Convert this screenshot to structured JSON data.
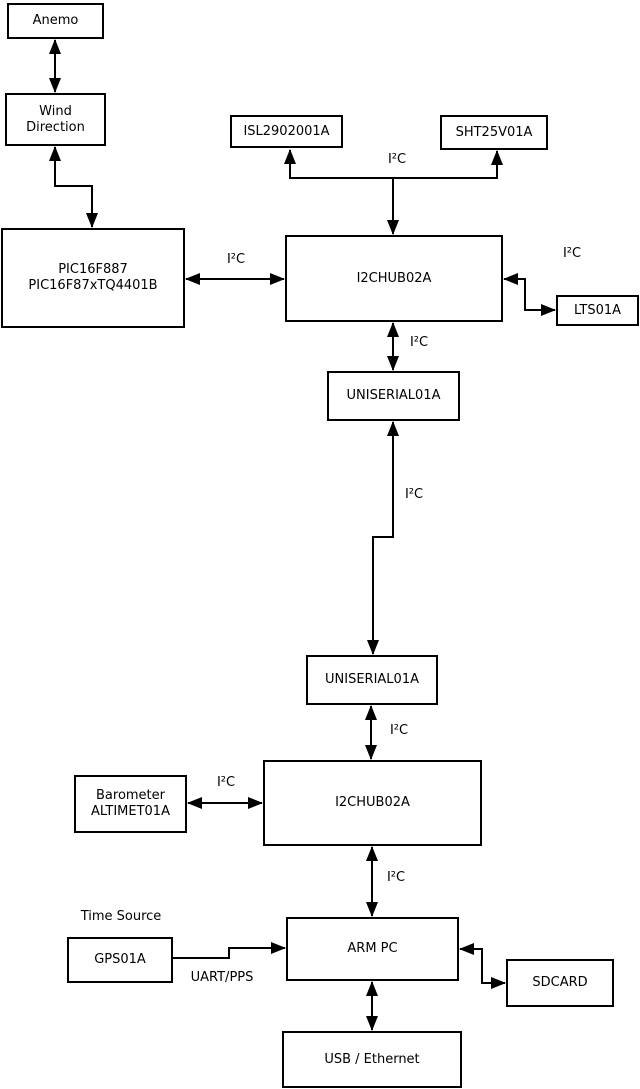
{
  "diagram": {
    "colors": {
      "background": "#ffffff",
      "line": "#000000",
      "box_fill": "#ffffff",
      "text": "#000000"
    },
    "nodes": {
      "anemo": {
        "label": "Anemo"
      },
      "wind_direction": {
        "label": "Wind\nDirection"
      },
      "pic": {
        "label": "PIC16F887\nPIC16F87xTQ4401B"
      },
      "isl": {
        "label": "ISL2902001A"
      },
      "sht": {
        "label": "SHT25V01A"
      },
      "hub1": {
        "label": "I2CHUB02A"
      },
      "lts": {
        "label": "LTS01A"
      },
      "uniserial1": {
        "label": "UNISERIAL01A"
      },
      "uniserial2": {
        "label": "UNISERIAL01A"
      },
      "hub2": {
        "label": "I2CHUB02A"
      },
      "barometer": {
        "label": "Barometer\nALTIMET01A"
      },
      "arm_pc": {
        "label": "ARM PC"
      },
      "gps": {
        "label": "GPS01A"
      },
      "sdcard": {
        "label": "SDCARD"
      },
      "usb_ethernet": {
        "label": "USB / Ethernet"
      }
    },
    "edge_labels": {
      "hub1_sensors": "I²C",
      "pic_hub1": "I²C",
      "hub1_lts": "I²C",
      "hub1_uniserial1": "I²C",
      "uniserial1_uniserial2": "I²C",
      "uniserial2_hub2": "I²C",
      "barometer_hub2": "I²C",
      "hub2_armpc": "I²C",
      "gps_armpc": "UART/PPS",
      "time_source": "Time Source"
    }
  }
}
